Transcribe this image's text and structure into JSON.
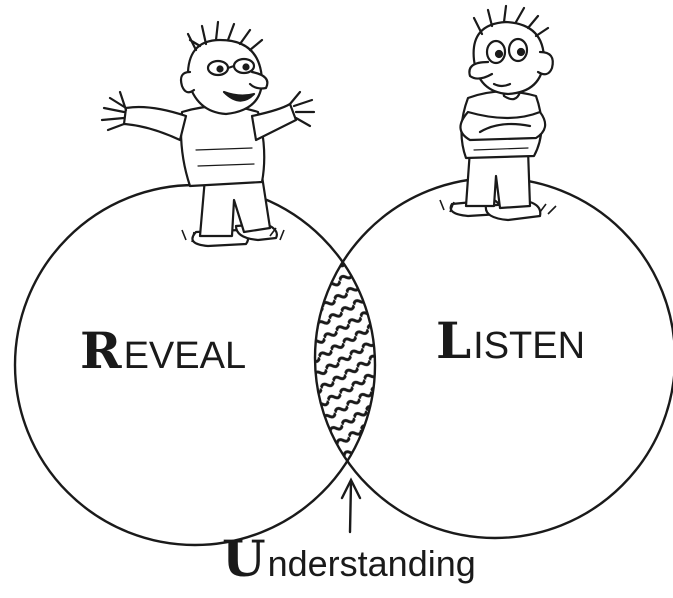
{
  "diagram": {
    "left_circle": {
      "label_initial": "R",
      "label_rest": "EVEAL"
    },
    "right_circle": {
      "label_initial": "L",
      "label_rest": "ISTEN"
    },
    "overlap": {
      "label_initial": "U",
      "label_rest": "nderstanding"
    }
  },
  "colors": {
    "ink": "#1a1a1a",
    "paper": "#ffffff"
  }
}
